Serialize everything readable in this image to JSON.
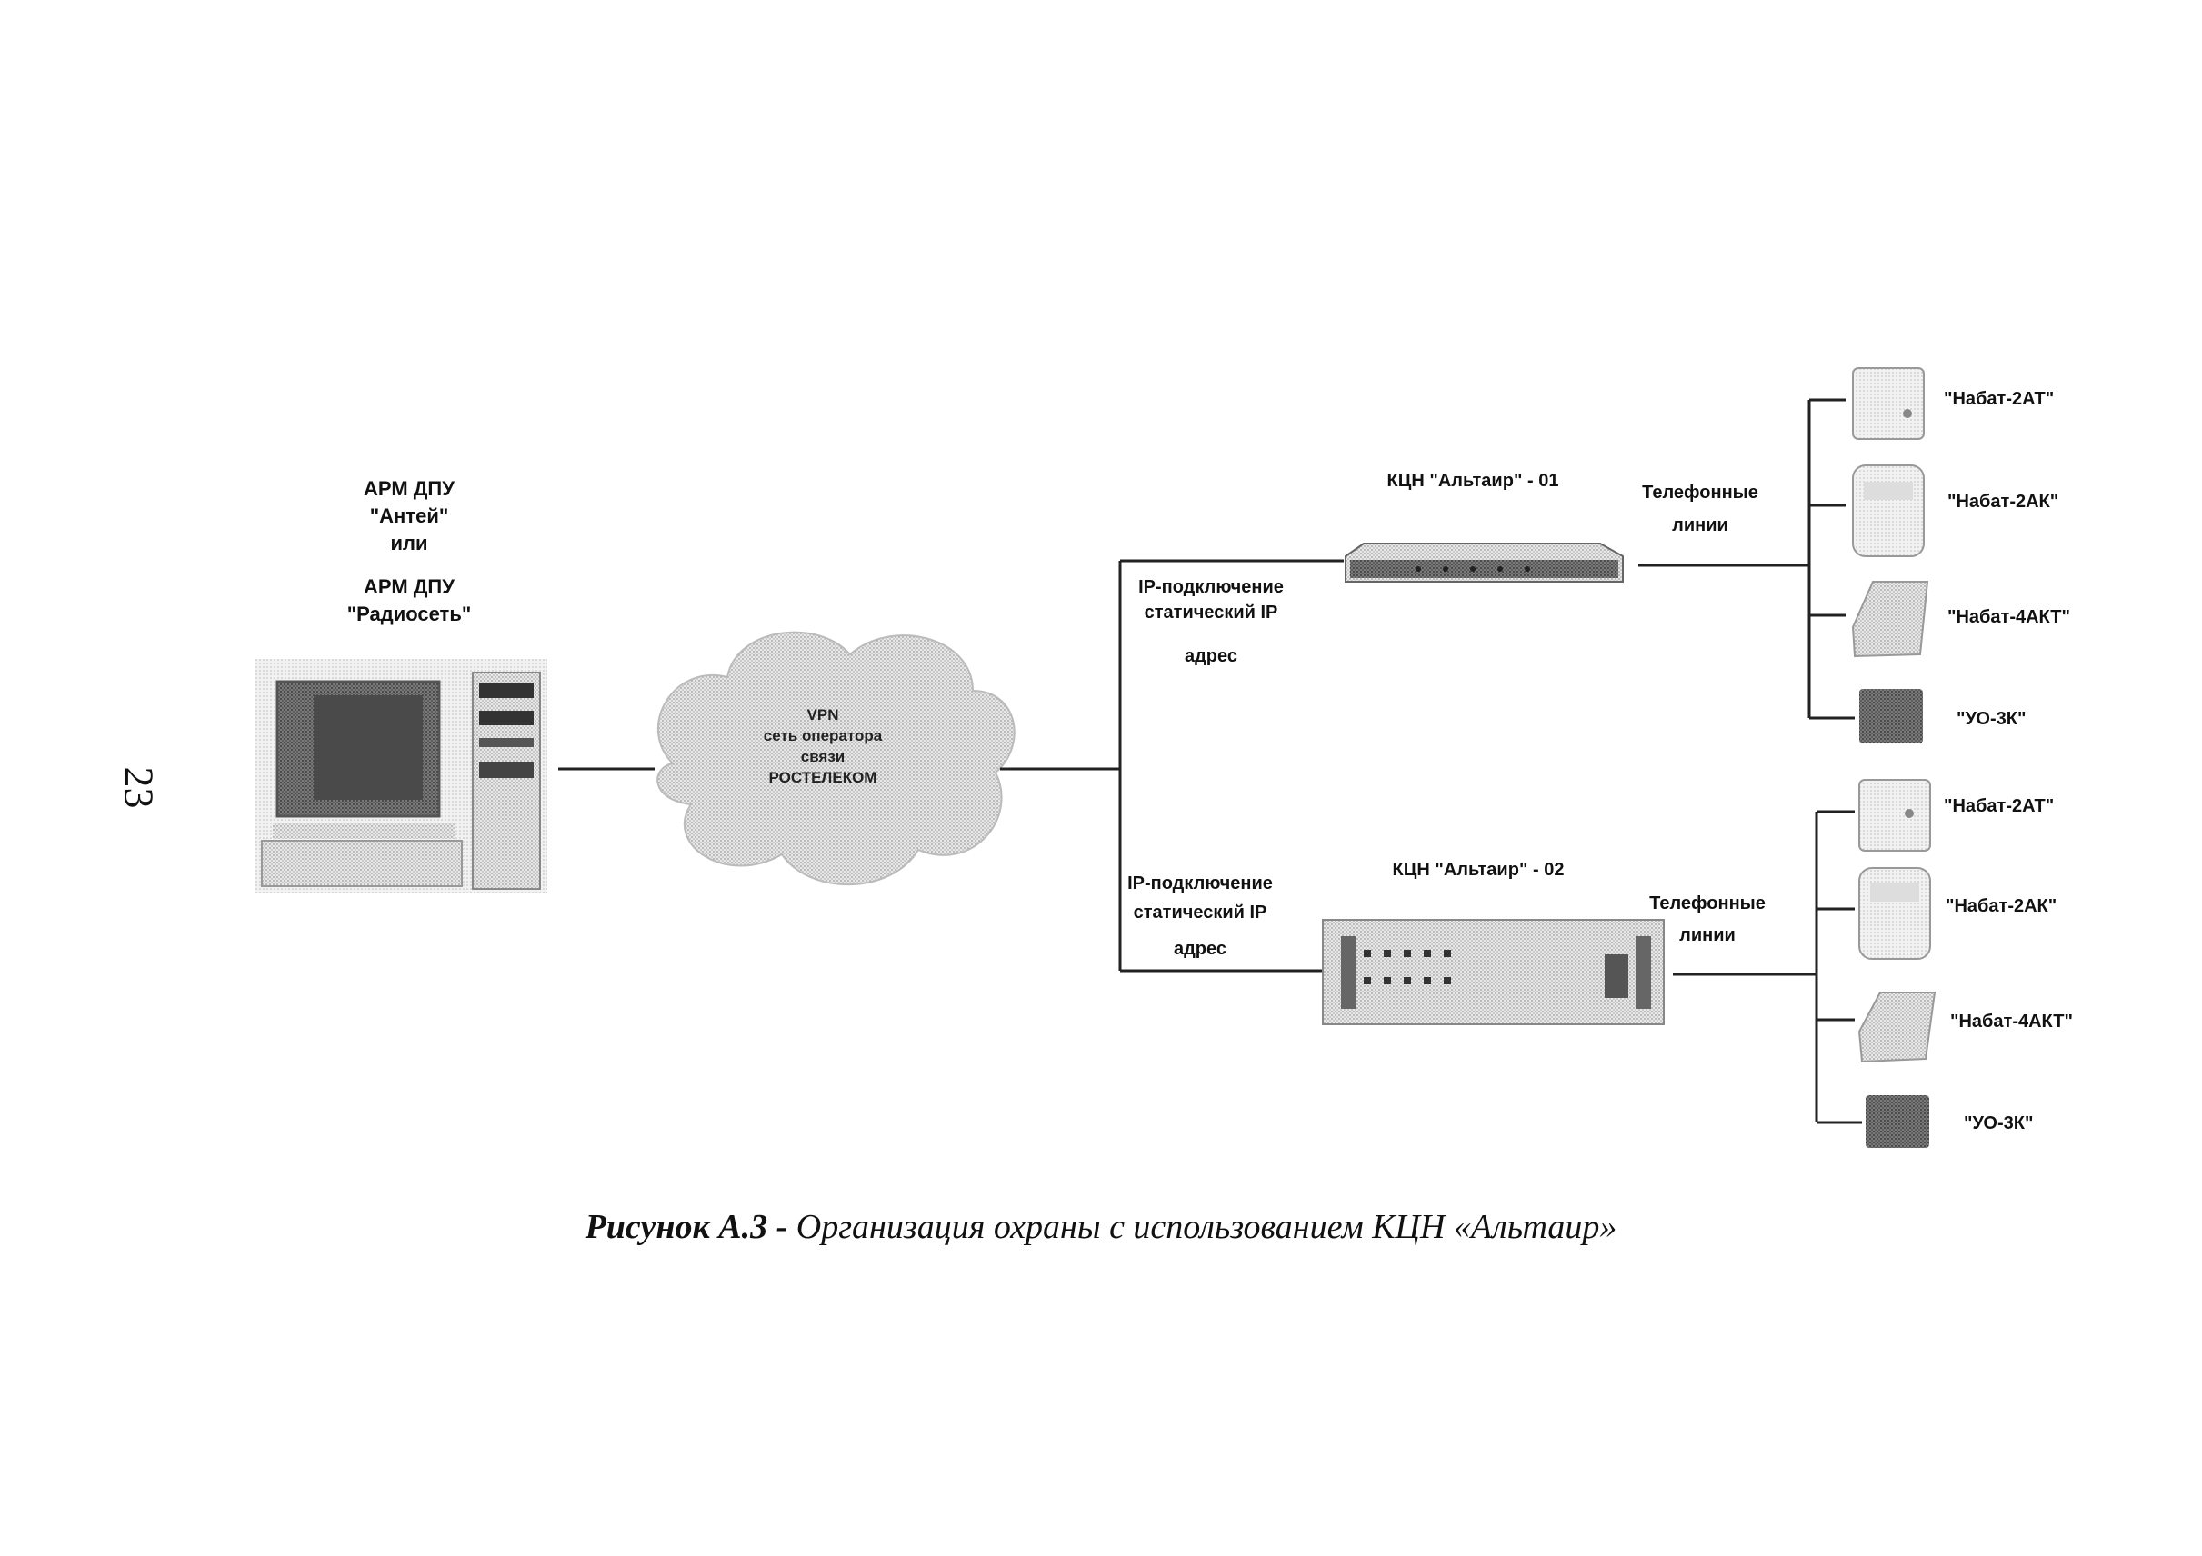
{
  "page_number": "23",
  "workstation": {
    "lines": [
      "АРМ ДПУ",
      "\"Антей\"",
      "или",
      "АРМ ДПУ",
      "\"Радиосеть\""
    ]
  },
  "cloud": {
    "lines": [
      "VPN",
      "сеть оператора",
      "связи",
      "РОСТЕЛЕКОМ"
    ]
  },
  "ip_connection": {
    "lines": [
      "IP-подключение",
      "статический IP",
      "адрес"
    ]
  },
  "controller_1": {
    "title": "КЦН \"Альтаир\" - 01"
  },
  "controller_2": {
    "title": "КЦН \"Альтаир\" - 02"
  },
  "phone_lines": {
    "lines": [
      "Телефонные",
      "линии"
    ]
  },
  "devices_group_1": [
    "\"Набат-2АТ\"",
    "\"Набат-2АК\"",
    "\"Набат-4АКТ\"",
    "\"УО-3К\""
  ],
  "devices_group_2": [
    "\"Набат-2АТ\"",
    "\"Набат-2АК\"",
    "\"Набат-4АКТ\"",
    "\"УО-3К\""
  ],
  "caption": {
    "bold": "Рисунок А.3 -",
    "italic": " Организация охраны с использованием КЦН «Альтаир»"
  }
}
